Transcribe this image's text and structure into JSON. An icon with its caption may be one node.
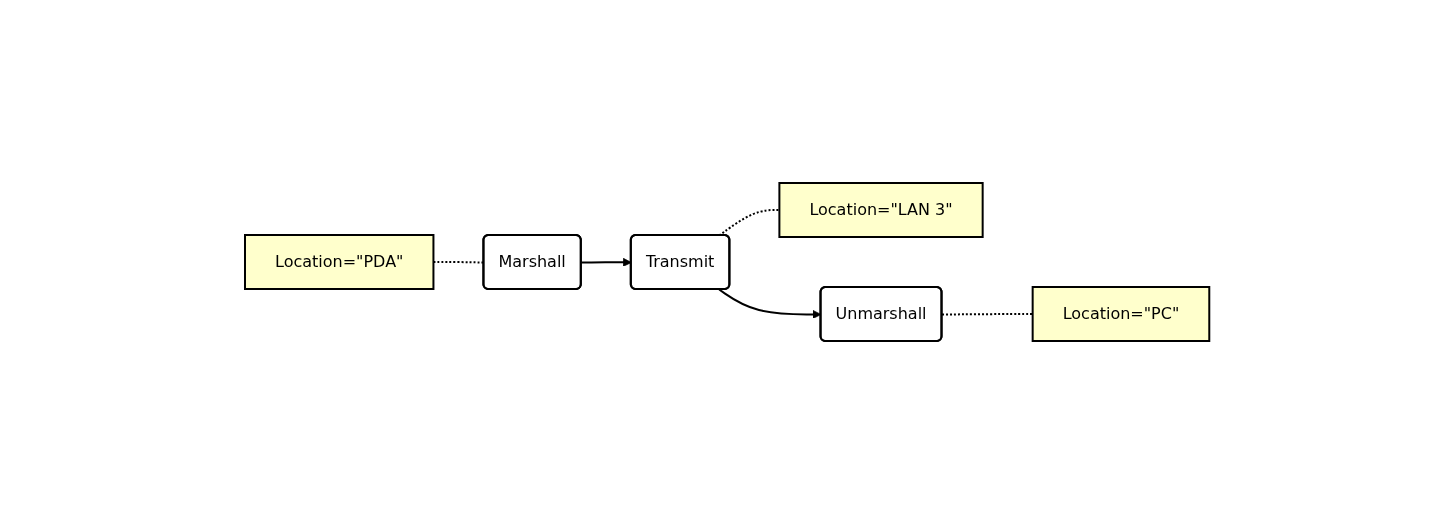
{
  "diagram": {
    "nodes": [
      {
        "text": [
          "Location=\"PDA\""
        ]
      },
      {
        "text": [
          "Marshall"
        ]
      },
      {
        "text": [
          "Transmit"
        ]
      },
      {
        "text": [
          "Location=\"LAN 3\""
        ]
      },
      {
        "text": [
          "Unmarshall"
        ]
      },
      {
        "text": [
          "Location=\"PC\""
        ]
      }
    ],
    "edges": [
      {
        "from": 0,
        "to": 1,
        "arrow": "none",
        "style": "dashed"
      },
      {
        "from": 1,
        "to": 2,
        "arrow": "to"
      },
      {
        "from": 2,
        "to": 3,
        "arrow": "none",
        "style": "dashed"
      },
      {
        "from": 2,
        "to": 4,
        "arrow": "to"
      },
      {
        "from": 4,
        "to": 5,
        "arrow": "none",
        "style": "dashed"
      }
    ]
  }
}
